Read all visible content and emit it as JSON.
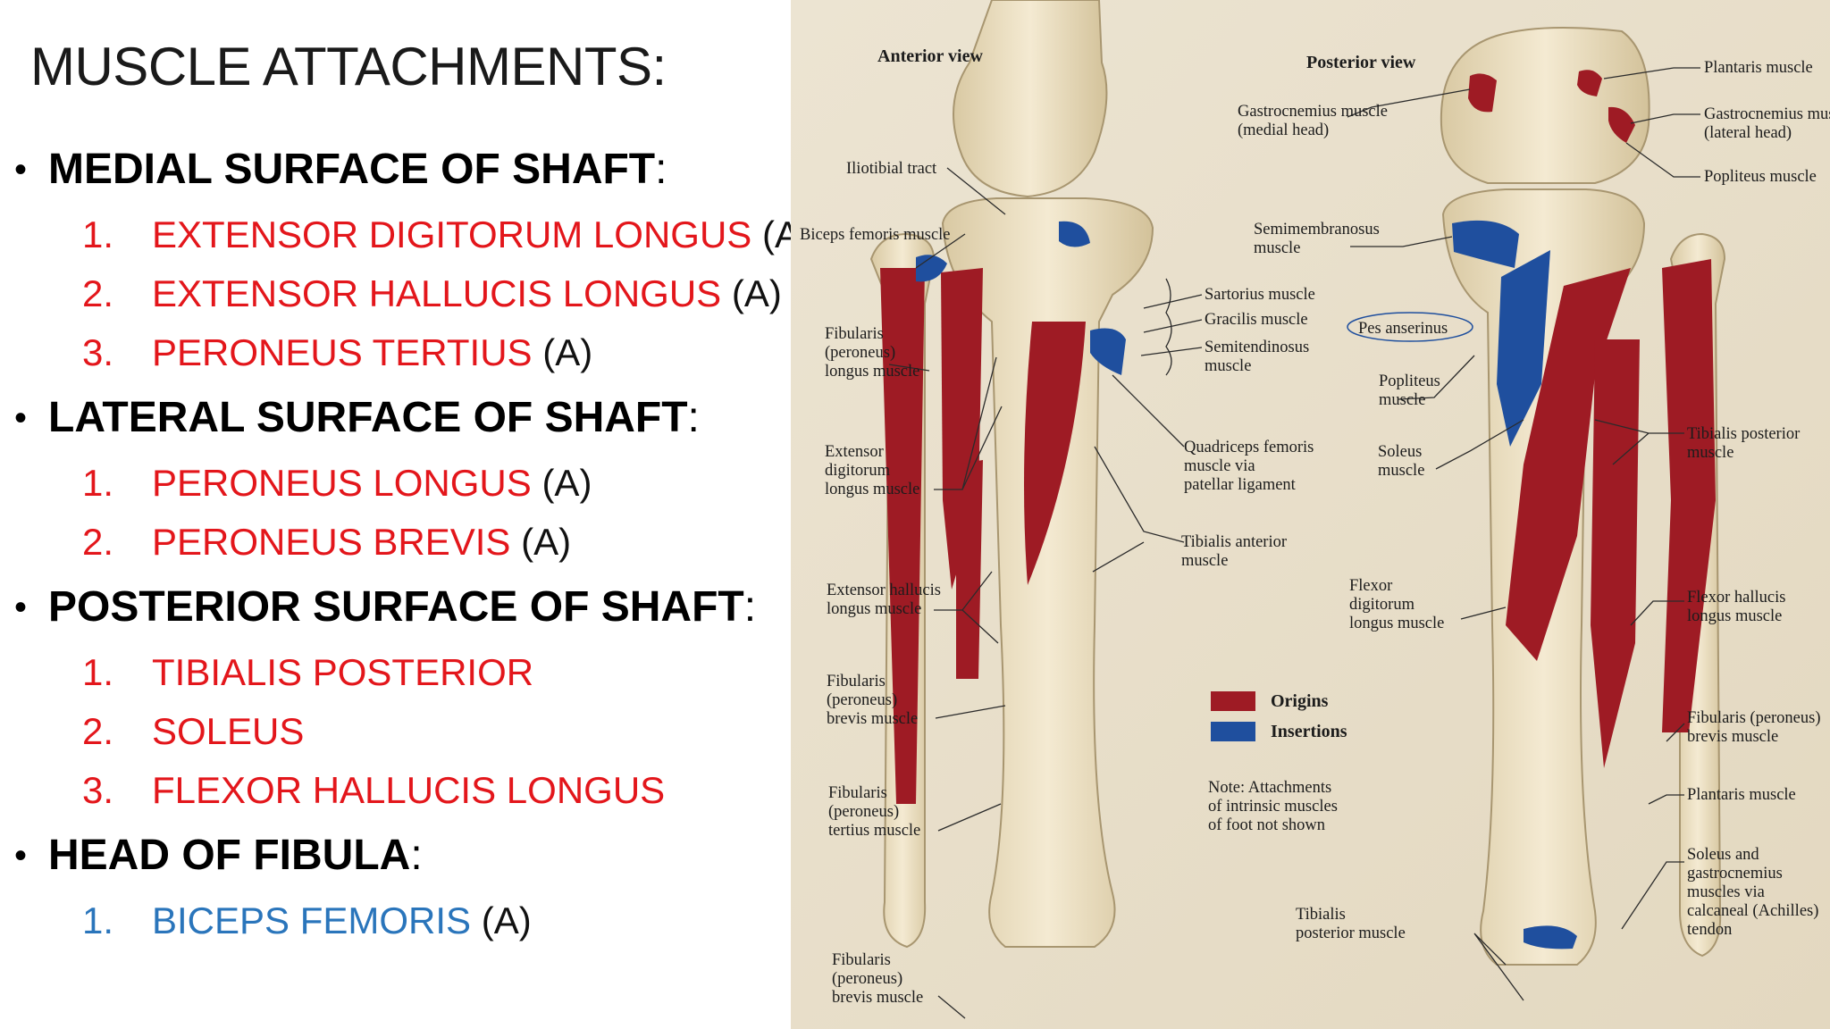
{
  "title": "MUSCLE ATTACHMENTS:",
  "sections": [
    {
      "heading": "MEDIAL SURFACE OF SHAFT",
      "colon": ":",
      "items": [
        {
          "num": "1.",
          "name": "EXTENSOR DIGITORUM LONGUS",
          "note": "(A",
          "color": "red"
        },
        {
          "num": "2.",
          "name": "EXTENSOR HALLUCIS LONGUS",
          "note": "(A)",
          "color": "red"
        },
        {
          "num": "3.",
          "name": "PERONEUS TERTIUS",
          "note": "(A)",
          "color": "red"
        }
      ]
    },
    {
      "heading": "LATERAL SURFACE OF SHAFT",
      "colon": ":",
      "items": [
        {
          "num": "1.",
          "name": "PERONEUS LONGUS",
          "note": "(A)",
          "color": "red"
        },
        {
          "num": "2.",
          "name": "PERONEUS BREVIS",
          "note": "(A)",
          "color": "red"
        }
      ]
    },
    {
      "heading": "POSTERIOR SURFACE OF SHAFT",
      "colon": ":",
      "items": [
        {
          "num": "1.",
          "name": "TIBIALIS POSTERIOR",
          "note": "",
          "color": "red"
        },
        {
          "num": "2.",
          "name": "SOLEUS",
          "note": "",
          "color": "red"
        },
        {
          "num": "3.",
          "name": "FLEXOR HALLUCIS LONGUS",
          "note": "",
          "color": "red"
        }
      ]
    },
    {
      "heading": "HEAD OF FIBULA",
      "colon": ":",
      "items": [
        {
          "num": "1.",
          "name": "BICEPS FEMORIS",
          "note": "(A)",
          "color": "blue"
        }
      ]
    }
  ],
  "colors": {
    "red_text": "#e3161b",
    "blue_text": "#2a75bb",
    "origin": "#9e1b24",
    "insertion": "#1f4f9e",
    "bone": "#efe3c6",
    "paper": "#e9e0cc"
  },
  "figure": {
    "anterior_view": "Anterior view",
    "posterior_view": "Posterior view",
    "labels": {
      "iliotibial_tract": "Iliotibial tract",
      "biceps_femoris": "Biceps femoris muscle",
      "fibularis_longus": [
        "Fibularis",
        "(peroneus)",
        "longus muscle"
      ],
      "extensor_digitorum": [
        "Extensor",
        "digitorum",
        "longus muscle"
      ],
      "extensor_hallucis": [
        "Extensor hallucis",
        "longus muscle"
      ],
      "fibularis_brevis_left": [
        "Fibularis",
        "(peroneus)",
        "brevis muscle"
      ],
      "fibularis_tertius": [
        "Fibularis",
        "(peroneus)",
        "tertius muscle"
      ],
      "fibularis_brevis_bottom": [
        "Fibularis",
        "(peroneus)",
        "brevis muscle"
      ],
      "sartorius": "Sartorius muscle",
      "gracilis": "Gracilis muscle",
      "semitendinosus": [
        "Semitendinosus",
        "muscle"
      ],
      "pes_anserinus": "Pes anserinus",
      "quadriceps": [
        "Quadriceps femoris",
        "muscle via",
        "patellar ligament"
      ],
      "tibialis_anterior": [
        "Tibialis anterior",
        "muscle"
      ],
      "gastrocnemius_medial": [
        "Gastrocnemius muscle",
        "(medial head)"
      ],
      "semimembranosus": [
        "Semimembranosus",
        "muscle"
      ],
      "popliteus_left": [
        "Popliteus",
        "muscle"
      ],
      "soleus_left": [
        "Soleus",
        "muscle"
      ],
      "flexor_digitorum": [
        "Flexor",
        "digitorum",
        "longus muscle"
      ],
      "tibialis_posterior_bottom": [
        "Tibialis",
        "posterior muscle"
      ],
      "plantaris_top": "Plantaris muscle",
      "gastrocnemius_lateral": [
        "Gastrocnemius muscle",
        "(lateral head)"
      ],
      "popliteus_right": "Popliteus muscle",
      "tibialis_posterior_right": [
        "Tibialis posterior",
        "muscle"
      ],
      "flexor_hallucis": [
        "Flexor hallucis",
        "longus muscle"
      ],
      "fibularis_brevis_right": [
        "Fibularis (peroneus)",
        "brevis muscle"
      ],
      "plantaris_bottom": "Plantaris muscle",
      "soleus_gastro": [
        "Soleus and",
        "gastrocnemius",
        "muscles via",
        "calcaneal (Achilles)",
        "tendon"
      ]
    },
    "legend": {
      "origins": "Origins",
      "insertions": "Insertions",
      "note": [
        "Note: Attachments",
        "of intrinsic muscles",
        "of foot not shown"
      ]
    }
  }
}
